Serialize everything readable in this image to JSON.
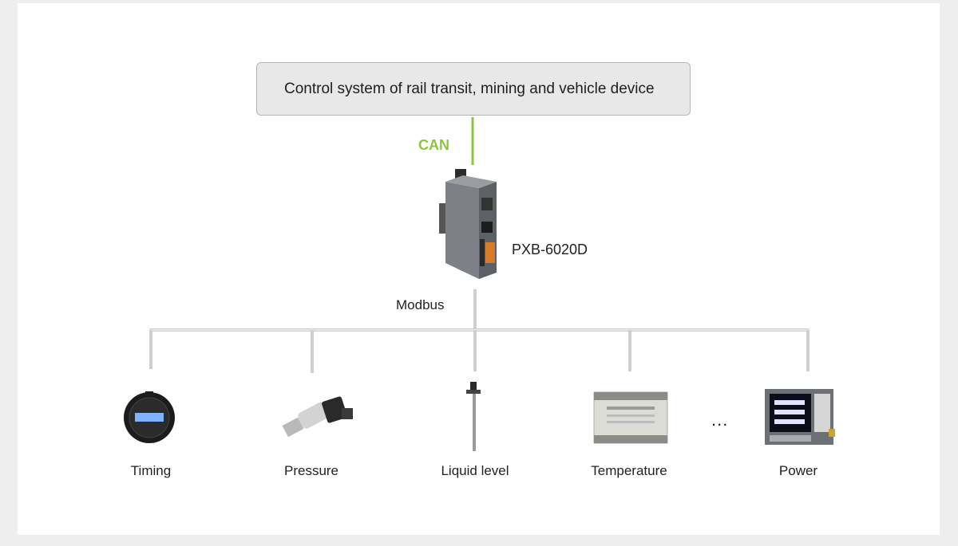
{
  "top_box": {
    "text": "Control system of rail transit, mining and vehicle device"
  },
  "links": {
    "can": "CAN",
    "modbus": "Modbus"
  },
  "gateway": {
    "label": "PXB-6020D",
    "icon": "gateway-device-icon"
  },
  "devices": [
    {
      "label": "Timing",
      "icon": "hour-meter-icon"
    },
    {
      "label": "Pressure",
      "icon": "pressure-sensor-icon"
    },
    {
      "label": "Liquid level",
      "icon": "level-sensor-icon"
    },
    {
      "label": "Temperature",
      "icon": "temperature-module-icon"
    },
    {
      "label": "Power",
      "icon": "power-meter-icon"
    }
  ],
  "more": "...",
  "colors": {
    "can_line": "#8cc63f",
    "bus_line": "#cfcfcf"
  }
}
